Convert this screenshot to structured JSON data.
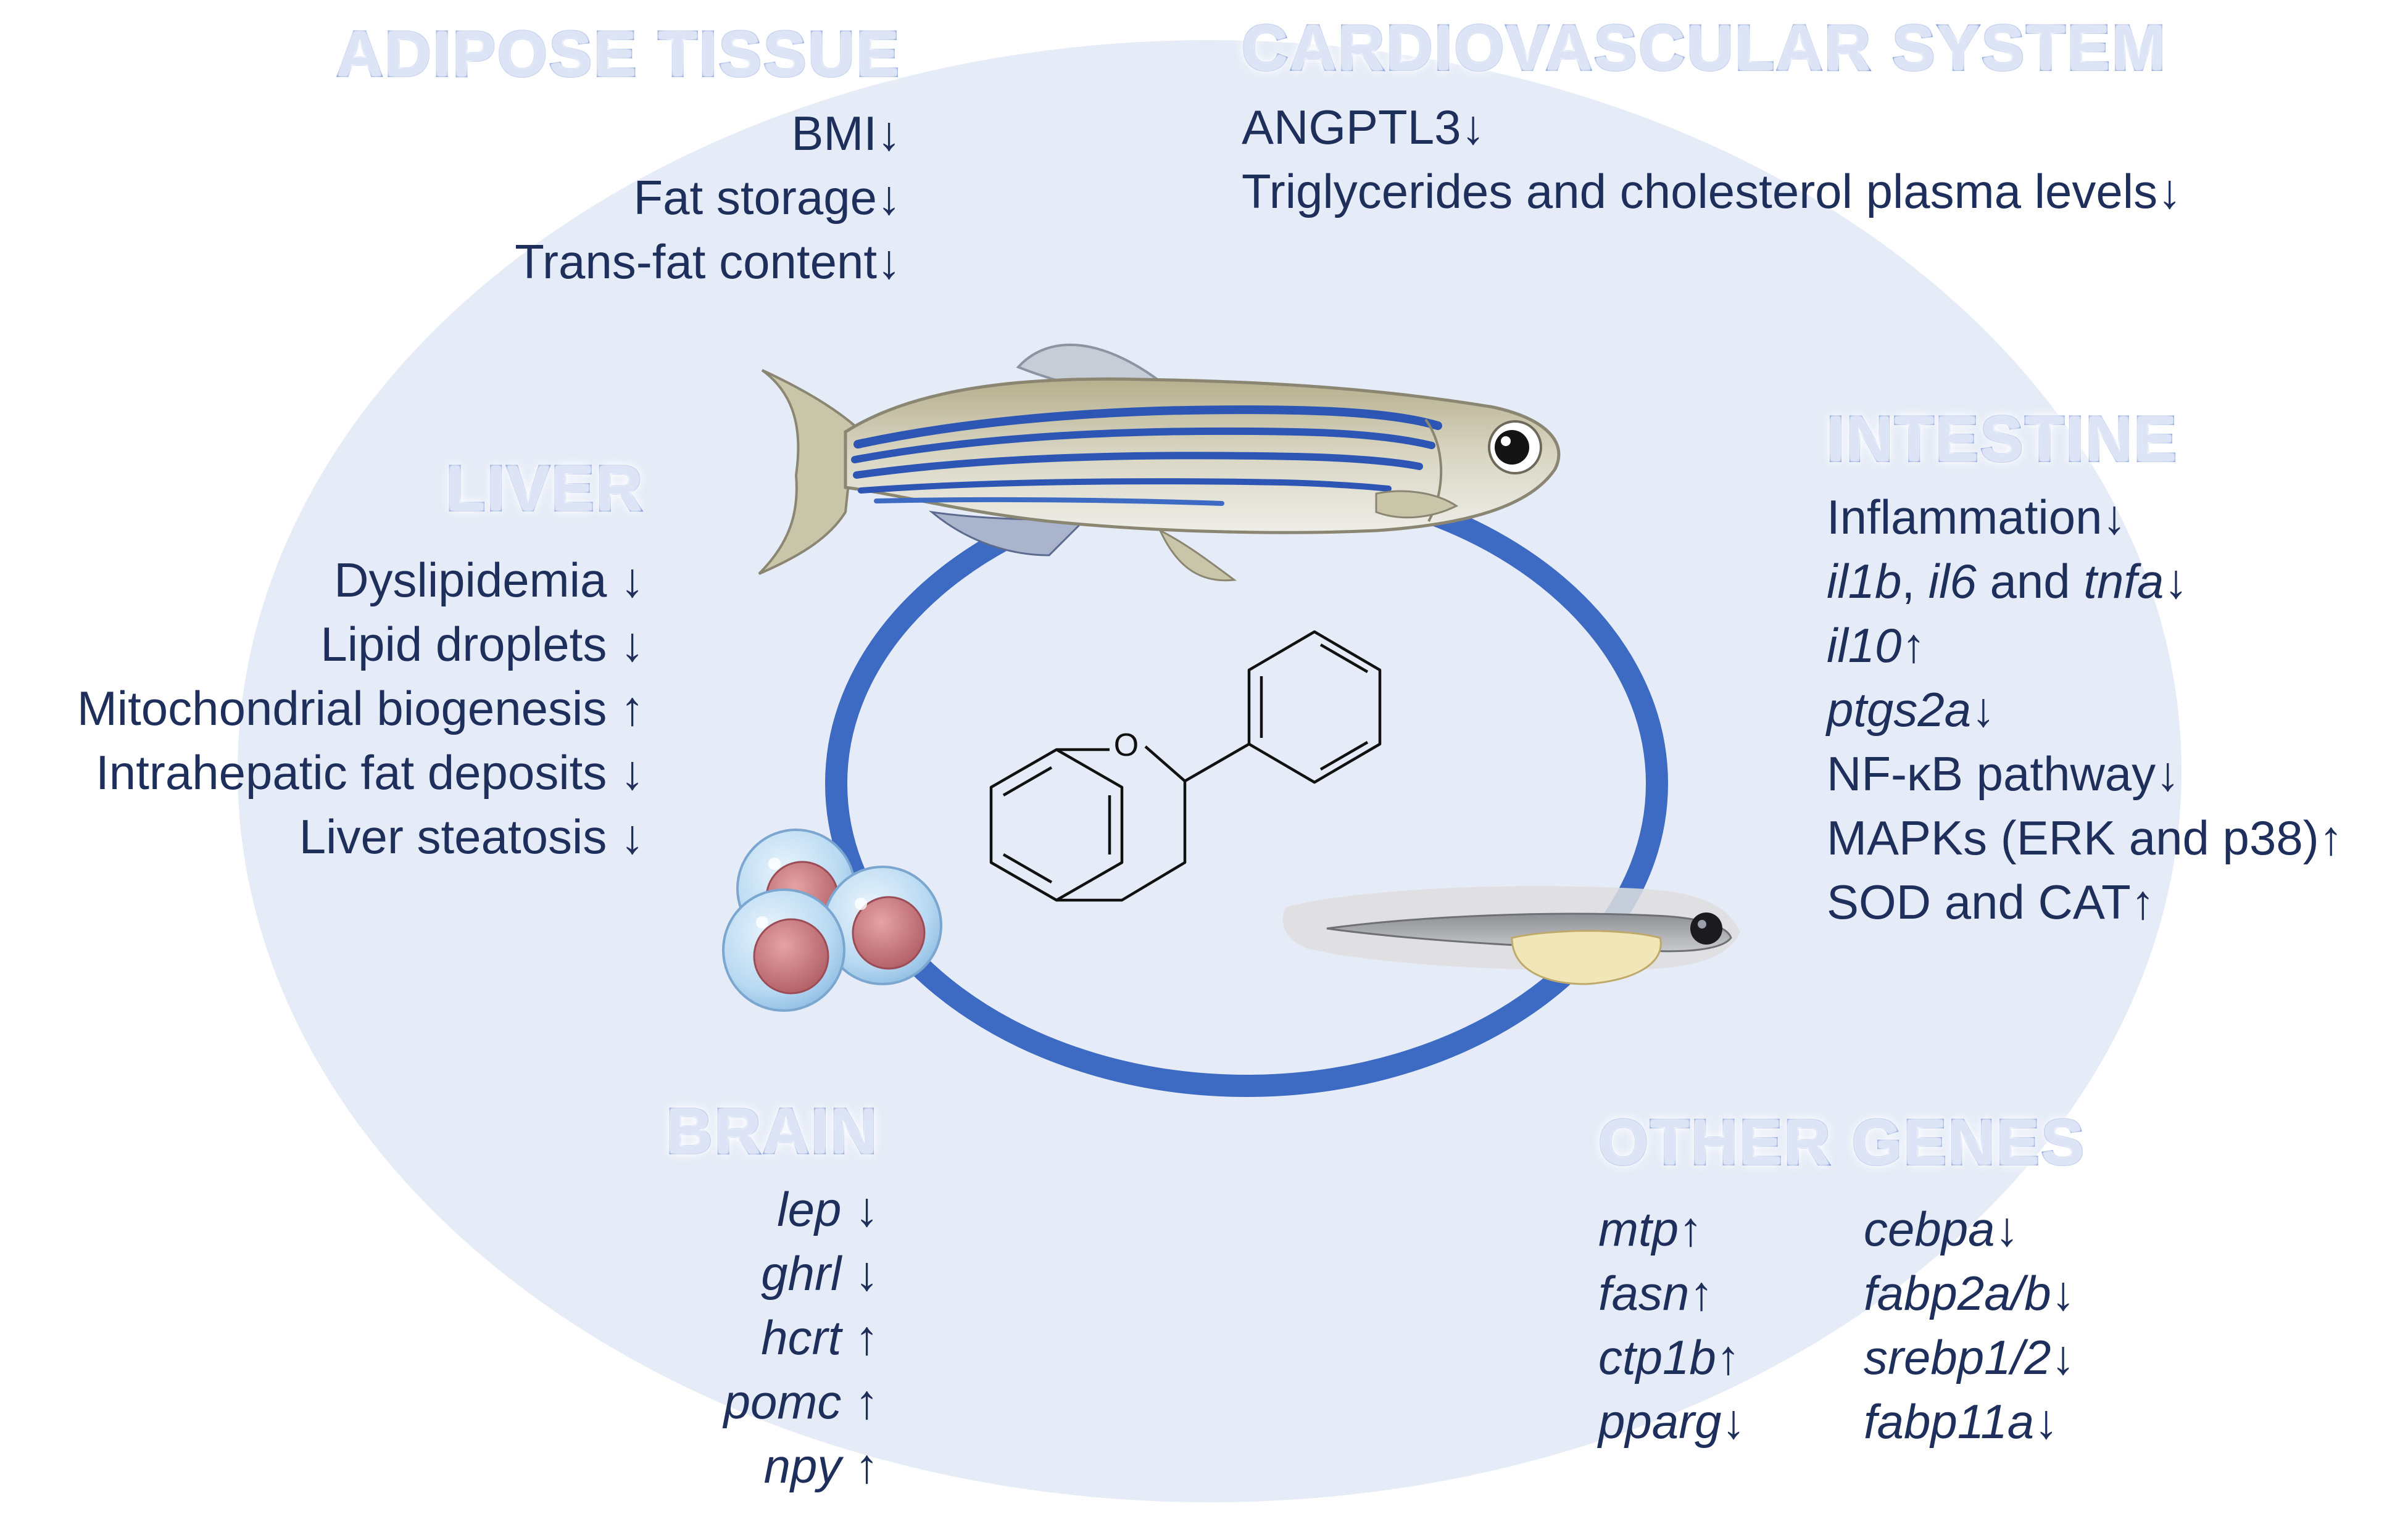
{
  "sections": {
    "adipose": {
      "title": "ADIPOSE TISSUE",
      "items": [
        "BMI↓",
        "Fat storage↓",
        "Trans-fat content↓"
      ]
    },
    "cardio": {
      "title": "CARDIOVASCULAR SYSTEM",
      "items": [
        "ANGPTL3↓",
        "Triglycerides and cholesterol plasma levels↓"
      ]
    },
    "liver": {
      "title": "LIVER",
      "items": [
        "Dyslipidemia ↓",
        "Lipid droplets ↓",
        "Mitochondrial biogenesis ↑",
        "Intrahepatic fat deposits ↓",
        "Liver steatosis ↓"
      ]
    },
    "intestine": {
      "title": "INTESTINE",
      "items": {
        "i0": "Inflammation↓",
        "i1_a": "il1b",
        "i1_b": ", ",
        "i1_c": "il6",
        "i1_d": " and ",
        "i1_e": "tnfa",
        "i1_f": "↓",
        "i2_a": "il10",
        "i2_b": "↑",
        "i3_a": "ptgs2a",
        "i3_b": "↓",
        "i4": "NF-κB pathway↓",
        "i5": "MAPKs (ERK and p38)↑",
        "i6": "SOD and CAT↑"
      }
    },
    "brain": {
      "title": "BRAIN",
      "items": [
        {
          "gene": "lep",
          "arrow": " ↓"
        },
        {
          "gene": "ghrl",
          "arrow": " ↓"
        },
        {
          "gene": "hcrt",
          "arrow": " ↑"
        },
        {
          "gene": "pomc",
          "arrow": " ↑"
        },
        {
          "gene": "npy",
          "arrow": " ↑"
        }
      ]
    },
    "other": {
      "title": "OTHER GENES",
      "col1": [
        {
          "gene": "mtp",
          "arrow": "↑"
        },
        {
          "gene": "fasn",
          "arrow": "↑"
        },
        {
          "gene": "ctp1b",
          "arrow": "↑"
        },
        {
          "gene": "pparg",
          "arrow": "↓"
        }
      ],
      "col2": [
        {
          "gene": "cebpa",
          "arrow": "↓"
        },
        {
          "gene": "fabp2a/b",
          "arrow": "↓"
        },
        {
          "gene": "srebp1/2",
          "arrow": "↓"
        },
        {
          "gene": "fabp11a",
          "arrow": "↓"
        }
      ]
    }
  },
  "molecule": {
    "atom_label": "O"
  },
  "colors": {
    "background_ellipse": "#e6ecf7",
    "ring": "#3d6ac2",
    "text": "#1f2f5c",
    "heading_outline": "#5b7fd0",
    "fish_stripe": "#2c55b4"
  },
  "icons": [
    "zebrafish-adult-icon",
    "zebrafish-larva-icon",
    "adipocyte-cells-icon",
    "flavan-structure-icon"
  ]
}
